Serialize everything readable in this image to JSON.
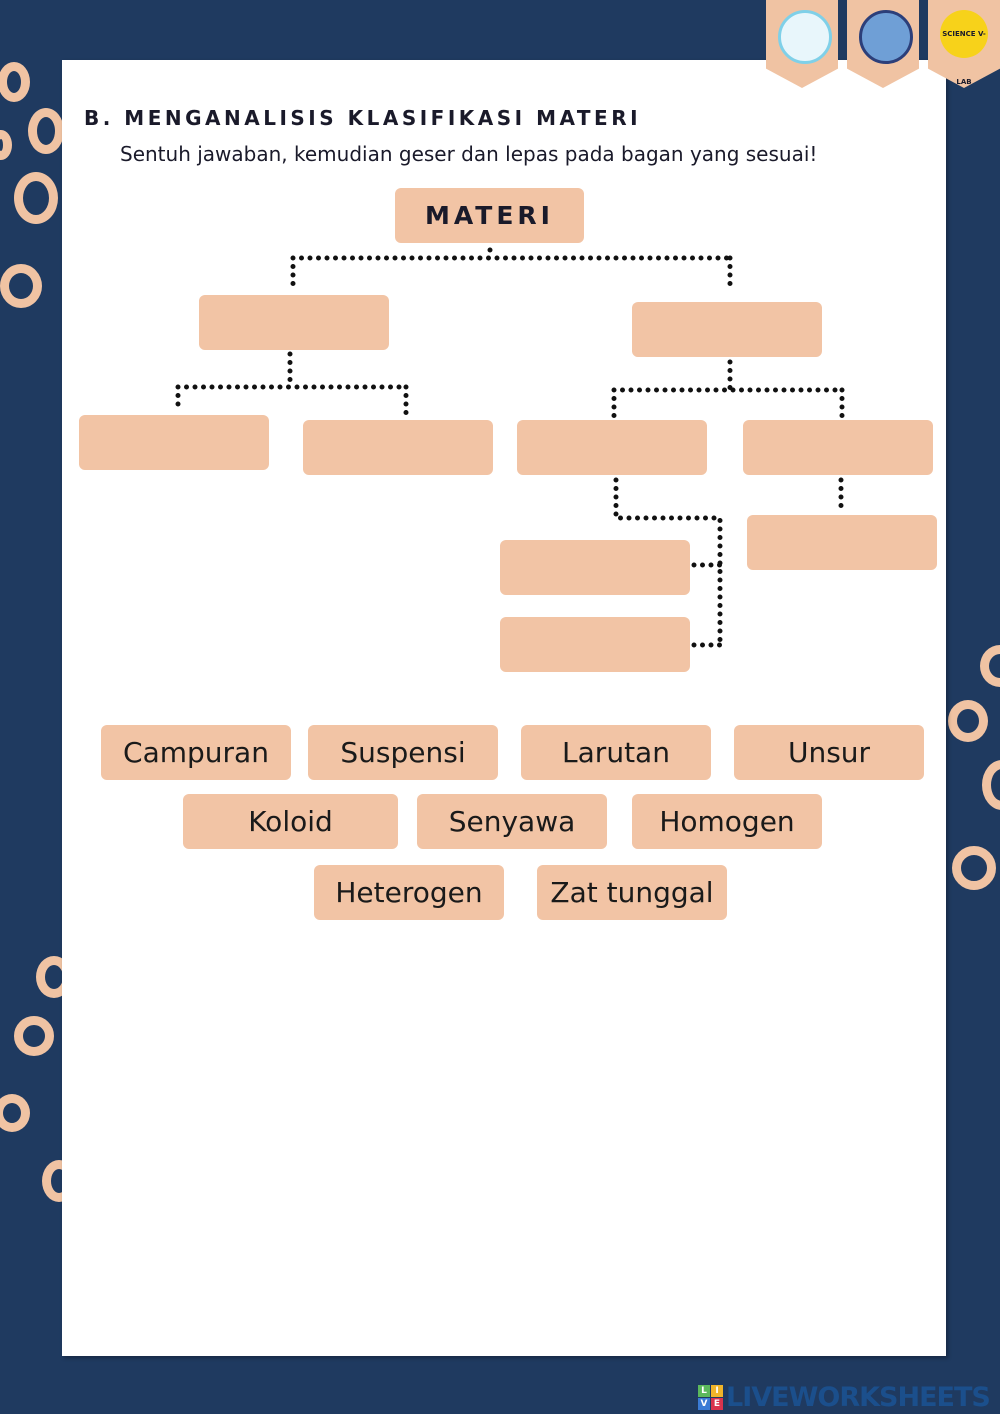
{
  "section_title": "B. MENGANALISIS KLASIFIKASI MATERI",
  "instruction": "Sentuh jawaban, kemudian geser dan lepas pada bagan yang sesuai!",
  "chart_root": "MATERI",
  "drop_targets": [
    "",
    "",
    "",
    "",
    "",
    "",
    "",
    "",
    ""
  ],
  "answers": [
    "Campuran",
    "Suspensi",
    "Larutan",
    "Unsur",
    "Koloid",
    "Senyawa",
    "Homogen",
    "Heterogen",
    "Zat tunggal"
  ],
  "logo_text": "SCIENCE V-LAB",
  "footer": {
    "tiles": [
      "L",
      "I",
      "V",
      "E"
    ],
    "brand": "LIVEWORKSHEETS"
  },
  "colors": {
    "background": "#1f3a60",
    "peach": "#f2c4a5",
    "paper": "#ffffff"
  }
}
